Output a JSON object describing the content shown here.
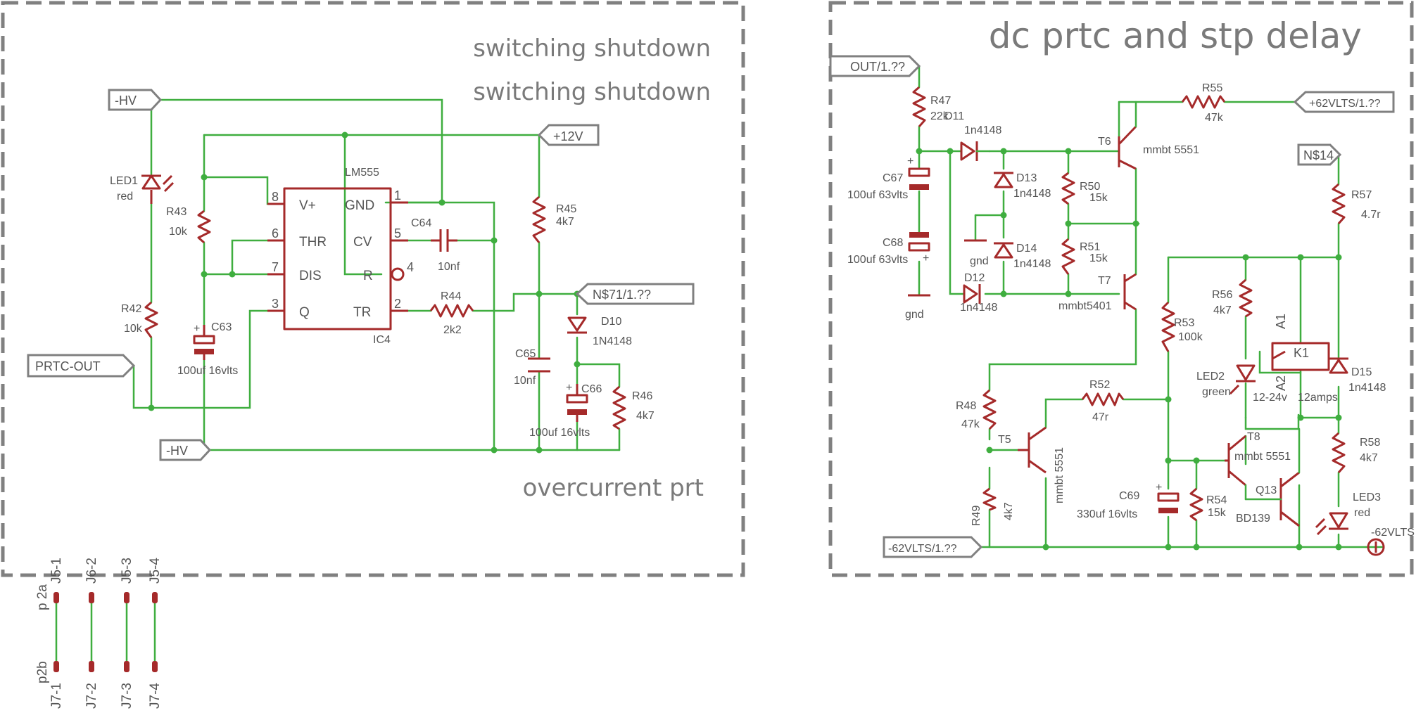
{
  "sections": {
    "left_title_1": "switching shutdown",
    "left_title_2": "switching shutdown",
    "left_caption": "overcurrent prt",
    "right_title": "dc prtc and stp delay"
  },
  "ports": {
    "hv_top": "-HV",
    "hv_bottom": "-HV",
    "v12": "+12V",
    "prtc_out": "PRTC-OUT",
    "n71": "N$71/1.??",
    "out1": "OUT/1.??",
    "v62_top": "+62VLTS/1.??",
    "n14": "N$14",
    "v62_bottom": "-62VLTS/1.??",
    "v62_supply": "-62VLTS"
  },
  "ic": {
    "name": "LM555",
    "ref": "IC4",
    "pins": {
      "vplus": "V+",
      "thr": "THR",
      "dis": "DIS",
      "q": "Q",
      "gnd": "GND",
      "cv": "CV",
      "r": "R",
      "tr": "TR",
      "p1": "1",
      "p2": "2",
      "p3": "3",
      "p4": "4",
      "p5": "5",
      "p6": "6",
      "p7": "7",
      "p8": "8"
    }
  },
  "left_parts": {
    "led1": "LED1",
    "led1_v": "red",
    "r43": "R43",
    "r43_v": "10k",
    "r42": "R42",
    "r42_v": "10k",
    "c63": "C63",
    "c63_v": "100uf 16vlts",
    "c64": "C64",
    "c64_v": "10nf",
    "r44": "R44",
    "r44_v": "2k2",
    "r45": "R45",
    "r45_v": "4k7",
    "d10": "D10",
    "d10_v": "1N4148",
    "c65": "C65",
    "c65_v": "10nf",
    "c66": "C66",
    "c66_v": "100uf 16vlts",
    "r46": "R46",
    "r46_v": "4k7"
  },
  "right_parts": {
    "r47": "R47",
    "r47_v": "22k",
    "d11": "D11",
    "d11_v": "1n4148",
    "c67": "C67",
    "c67_v": "100uf 63vlts",
    "c68": "C68",
    "c68_v": "100uf 63vlts",
    "gnd1": "gnd",
    "gnd2": "gnd",
    "d13": "D13",
    "d13_v": "1n4148",
    "d14": "D14",
    "d14_v": "1n4148",
    "d12": "D12",
    "d12_v": "1n4148",
    "r50": "R50",
    "r50_v": "15k",
    "r51": "R51",
    "r51_v": "15k",
    "t6": "T6",
    "t6_v": "mmbt 5551",
    "t7": "T7",
    "t7_v": "mmbt5401",
    "r55": "R55",
    "r55_v": "47k",
    "r57": "R57",
    "r57_v": "4.7r",
    "r56": "R56",
    "r56_v": "4k7",
    "r53": "R53",
    "r53_v": "100k",
    "led2": "LED2",
    "led2_v": "green",
    "k1": "K1",
    "a1": "A1",
    "a2": "A2",
    "k1_v1": "12-24v",
    "k1_v2": "12amps",
    "d15": "D15",
    "d15_v": "1n4148",
    "r48": "R48",
    "r48_v": "47k",
    "r52": "R52",
    "r52_v": "47r",
    "t5": "T5",
    "t5_v": "mmbt 5551",
    "t8": "T8",
    "t8_v": "mmbt 5551",
    "r58": "R58",
    "r58_v": "4k7",
    "r49": "R49",
    "r49_v": "4k7",
    "c69": "C69",
    "c69_v": "330uf 16vlts",
    "r54": "R54",
    "r54_v": "15k",
    "q13": "Q13",
    "q13_v": "BD139",
    "led3": "LED3",
    "led3_v": "red"
  },
  "jumpers": {
    "p2a": "p 2a",
    "p2b": "p2b",
    "j5": "J5-1",
    "j6": "J6-2",
    "j5b": "J5-3",
    "j5c": "J5-4",
    "j7a": "J7-1",
    "j7b": "J7-2",
    "j7c": "J7-3",
    "j7d": "J7-4"
  },
  "colors": {
    "wire": "#3fae3f",
    "part": "#a52a2a",
    "frame": "#808080",
    "text": "#555555"
  }
}
